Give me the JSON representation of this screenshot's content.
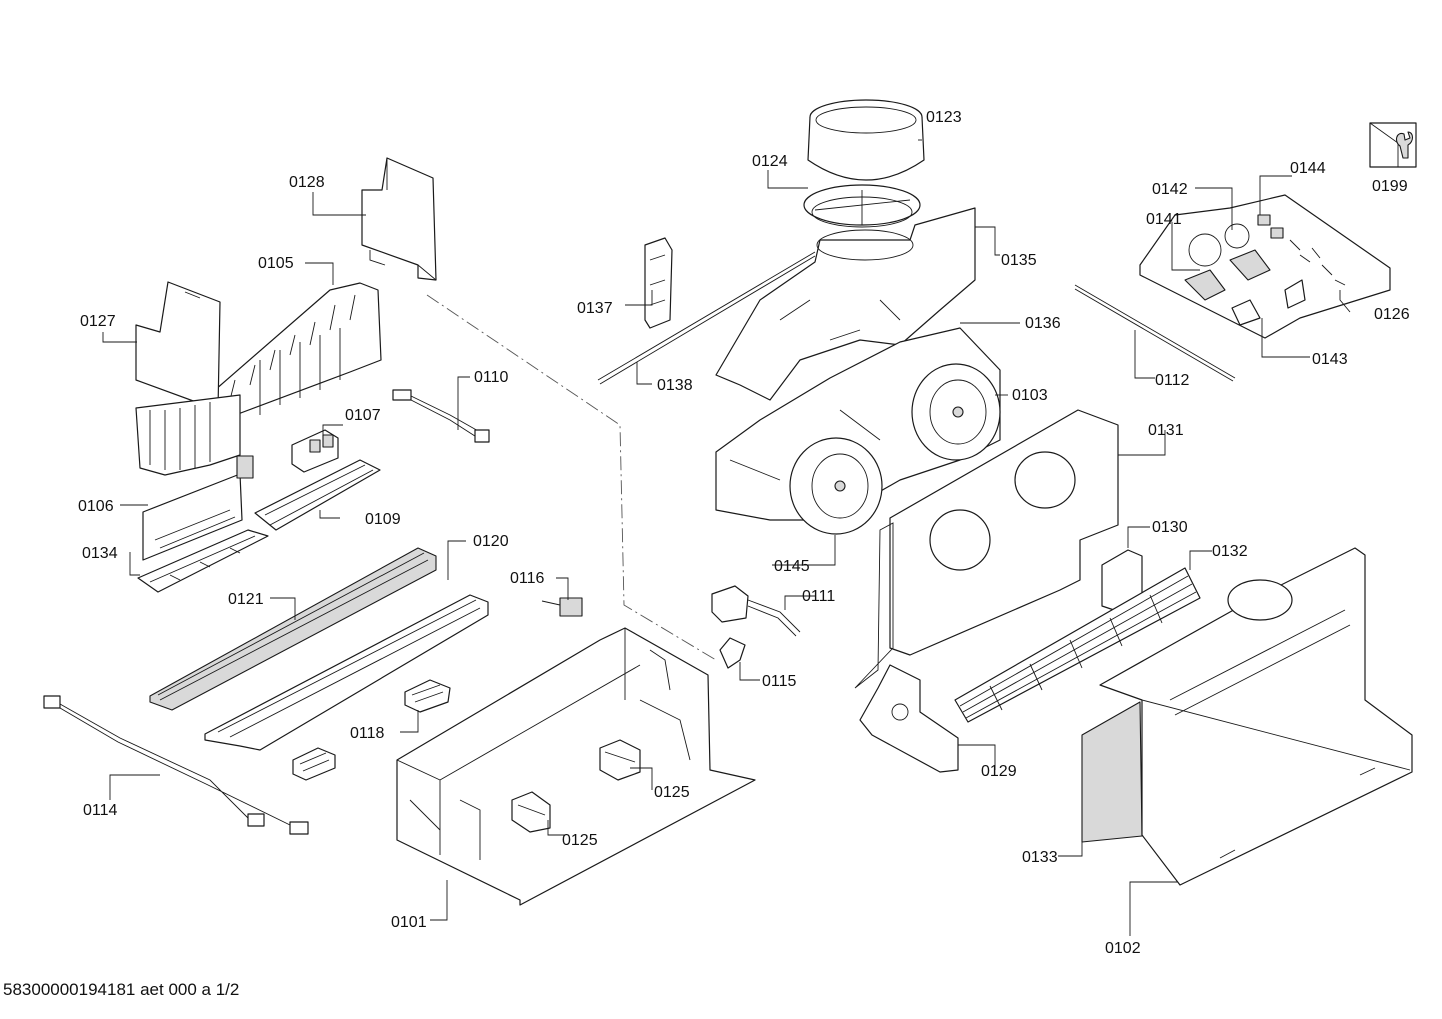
{
  "footer": "58300000194181 aet 000 a  1/2",
  "callouts": {
    "p0101": "0101",
    "p0102": "0102",
    "p0103": "0103",
    "p0105": "0105",
    "p0106": "0106",
    "p0107": "0107",
    "p0109": "0109",
    "p0110": "0110",
    "p0111": "0111",
    "p0112": "0112",
    "p0114": "0114",
    "p0115": "0115",
    "p0116": "0116",
    "p0118": "0118",
    "p0120": "0120",
    "p0121": "0121",
    "p0123": "0123",
    "p0124": "0124",
    "p0125a": "0125",
    "p0125b": "0125",
    "p0126": "0126",
    "p0127": "0127",
    "p0128": "0128",
    "p0129": "0129",
    "p0130": "0130",
    "p0131": "0131",
    "p0132": "0132",
    "p0133": "0133",
    "p0134": "0134",
    "p0135": "0135",
    "p0136": "0136",
    "p0137": "0137",
    "p0138": "0138",
    "p0141": "0141",
    "p0142": "0142",
    "p0143": "0143",
    "p0144": "0144",
    "p0145": "0145",
    "p0199": "0199"
  },
  "icons": {
    "service": "wrench-icon"
  }
}
